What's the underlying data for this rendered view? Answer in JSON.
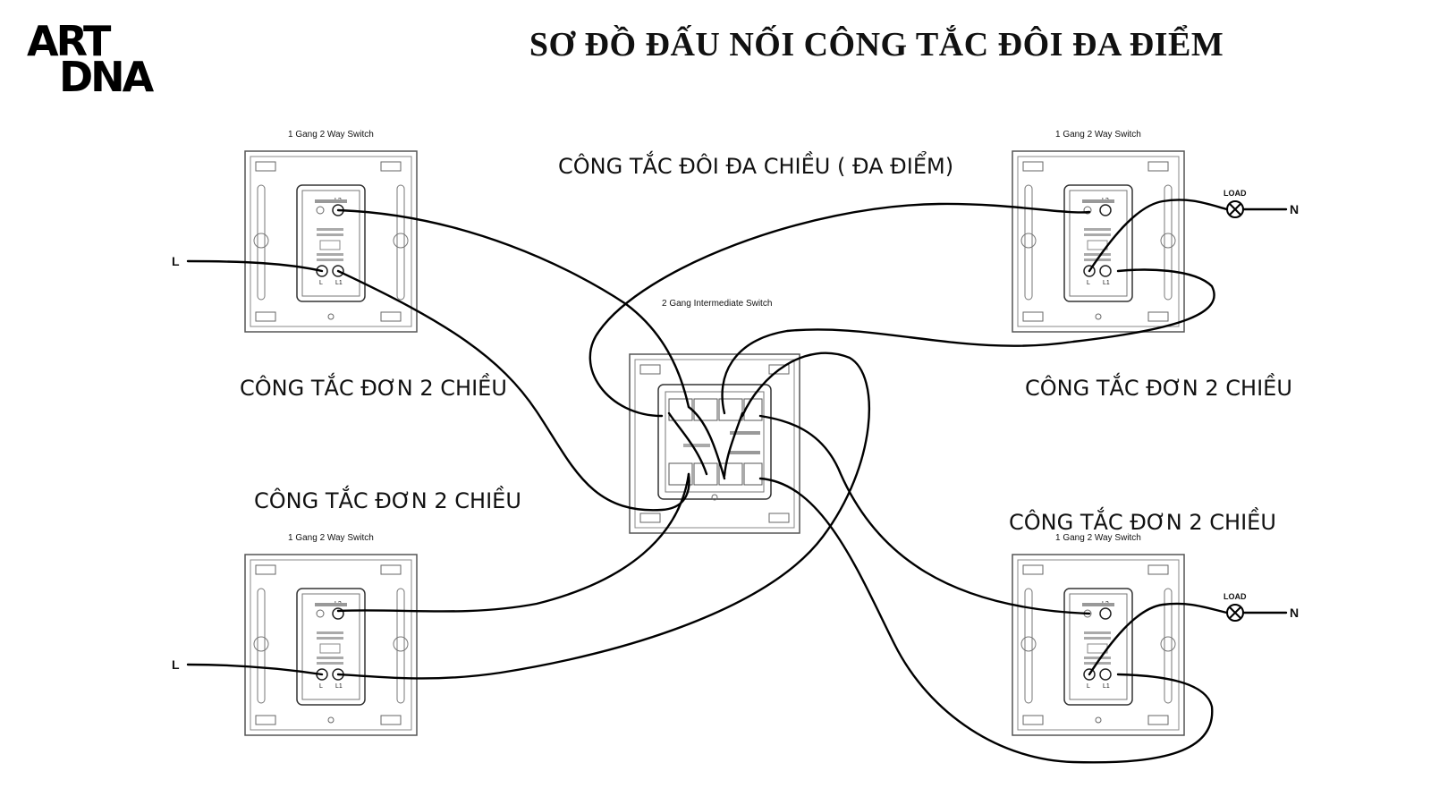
{
  "logo": {
    "line1": "ART",
    "line2": "DNA"
  },
  "title": "SƠ ĐỒ ĐẤU NỐI CÔNG TẮC ĐÔI ĐA ĐIỂM",
  "captions": {
    "center": "CÔNG TẮC ĐÔI ĐA CHIỀU ( ĐA ĐIỂM)",
    "top_left": "CÔNG TẮC ĐƠN 2 CHIỀU",
    "top_right": "CÔNG TẮC ĐƠN 2 CHIỀU",
    "bottom_left": "CÔNG TẮC ĐƠN 2 CHIỀU",
    "bottom_right": "CÔNG TẮC ĐƠN 2 CHIỀU"
  },
  "switches": {
    "single_label": "1 Gang 2 Way Switch",
    "intermediate_label": "2 Gang Intermediate Switch"
  },
  "terminals": {
    "l": "L",
    "l1": "L1",
    "l2": "L2"
  },
  "wiring": {
    "line": "L",
    "neutral": "N",
    "load": "LOAD"
  },
  "colors": {
    "wire": "#000000",
    "outline": "#555555",
    "text": "#111111"
  }
}
